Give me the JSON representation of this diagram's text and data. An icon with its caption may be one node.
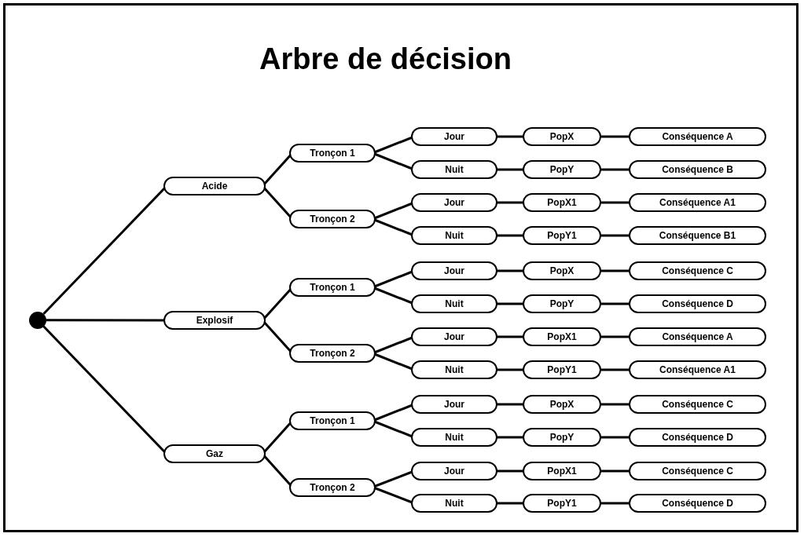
{
  "diagram": {
    "title": "Arbre de décision",
    "nodes": [
      {
        "text": [],
        "shape": "circle"
      },
      {
        "text": [
          "Acide"
        ]
      },
      {
        "text": [
          "Tronçon 1"
        ]
      },
      {
        "text": [
          "Jour"
        ]
      },
      {
        "text": [
          "PopX"
        ]
      },
      {
        "text": [
          "Conséquence A"
        ]
      },
      {
        "text": [
          "Nuit"
        ]
      },
      {
        "text": [
          "PopY"
        ]
      },
      {
        "text": [
          "Conséquence B"
        ]
      },
      {
        "text": [
          "Tronçon 2"
        ]
      },
      {
        "text": [
          "Jour"
        ]
      },
      {
        "text": [
          "PopX1"
        ]
      },
      {
        "text": [
          "Conséquence A1"
        ]
      },
      {
        "text": [
          "Nuit"
        ]
      },
      {
        "text": [
          "PopY1"
        ]
      },
      {
        "text": [
          "Conséquence B1"
        ]
      },
      {
        "text": [
          "Explosif"
        ]
      },
      {
        "text": [
          "Tronçon 1"
        ]
      },
      {
        "text": [
          "Jour"
        ]
      },
      {
        "text": [
          "PopX"
        ]
      },
      {
        "text": [
          "Conséquence C"
        ]
      },
      {
        "text": [
          "Nuit"
        ]
      },
      {
        "text": [
          "PopY"
        ]
      },
      {
        "text": [
          "Conséquence D"
        ]
      },
      {
        "text": [
          "Tronçon 2"
        ]
      },
      {
        "text": [
          "Jour"
        ]
      },
      {
        "text": [
          "PopX1"
        ]
      },
      {
        "text": [
          "Conséquence A"
        ]
      },
      {
        "text": [
          "Nuit"
        ]
      },
      {
        "text": [
          "PopY1"
        ]
      },
      {
        "text": [
          "Conséquence A1"
        ]
      },
      {
        "text": [
          "Gaz"
        ]
      },
      {
        "text": [
          "Tronçon 1"
        ]
      },
      {
        "text": [
          "Jour"
        ]
      },
      {
        "text": [
          "PopX"
        ]
      },
      {
        "text": [
          "Conséquence C"
        ]
      },
      {
        "text": [
          "Nuit"
        ]
      },
      {
        "text": [
          "PopY"
        ]
      },
      {
        "text": [
          "Conséquence D"
        ]
      },
      {
        "text": [
          "Tronçon 2"
        ]
      },
      {
        "text": [
          "Jour"
        ]
      },
      {
        "text": [
          "PopX1"
        ]
      },
      {
        "text": [
          "Conséquence C"
        ]
      },
      {
        "text": [
          "Nuit"
        ]
      },
      {
        "text": [
          "PopY1"
        ]
      },
      {
        "text": [
          "Conséquence D"
        ]
      }
    ],
    "edges": [
      {
        "from": 0,
        "to": 1,
        "arrow": "none"
      },
      {
        "from": 1,
        "to": 2,
        "arrow": "none"
      },
      {
        "from": 2,
        "to": 3,
        "arrow": "none"
      },
      {
        "from": 3,
        "to": 4,
        "arrow": "none"
      },
      {
        "from": 4,
        "to": 5,
        "arrow": "none"
      },
      {
        "from": 2,
        "to": 6,
        "arrow": "none"
      },
      {
        "from": 6,
        "to": 7,
        "arrow": "none"
      },
      {
        "from": 7,
        "to": 8,
        "arrow": "none"
      },
      {
        "from": 1,
        "to": 9,
        "arrow": "none"
      },
      {
        "from": 9,
        "to": 10,
        "arrow": "none"
      },
      {
        "from": 10,
        "to": 11,
        "arrow": "none"
      },
      {
        "from": 11,
        "to": 12,
        "arrow": "none"
      },
      {
        "from": 9,
        "to": 13,
        "arrow": "none"
      },
      {
        "from": 13,
        "to": 14,
        "arrow": "none"
      },
      {
        "from": 14,
        "to": 15,
        "arrow": "none"
      },
      {
        "from": 0,
        "to": 16,
        "arrow": "none"
      },
      {
        "from": 16,
        "to": 17,
        "arrow": "none"
      },
      {
        "from": 17,
        "to": 18,
        "arrow": "none"
      },
      {
        "from": 18,
        "to": 19,
        "arrow": "none"
      },
      {
        "from": 19,
        "to": 20,
        "arrow": "none"
      },
      {
        "from": 17,
        "to": 21,
        "arrow": "none"
      },
      {
        "from": 21,
        "to": 22,
        "arrow": "none"
      },
      {
        "from": 22,
        "to": 23,
        "arrow": "none"
      },
      {
        "from": 16,
        "to": 24,
        "arrow": "none"
      },
      {
        "from": 24,
        "to": 25,
        "arrow": "none"
      },
      {
        "from": 25,
        "to": 26,
        "arrow": "none"
      },
      {
        "from": 26,
        "to": 27,
        "arrow": "none"
      },
      {
        "from": 24,
        "to": 28,
        "arrow": "none"
      },
      {
        "from": 28,
        "to": 29,
        "arrow": "none"
      },
      {
        "from": 29,
        "to": 30,
        "arrow": "none"
      },
      {
        "from": 0,
        "to": 31,
        "arrow": "none"
      },
      {
        "from": 31,
        "to": 32,
        "arrow": "none"
      },
      {
        "from": 32,
        "to": 33,
        "arrow": "none"
      },
      {
        "from": 33,
        "to": 34,
        "arrow": "none"
      },
      {
        "from": 34,
        "to": 35,
        "arrow": "none"
      },
      {
        "from": 32,
        "to": 36,
        "arrow": "none"
      },
      {
        "from": 36,
        "to": 37,
        "arrow": "none"
      },
      {
        "from": 37,
        "to": 38,
        "arrow": "none"
      },
      {
        "from": 31,
        "to": 39,
        "arrow": "none"
      },
      {
        "from": 39,
        "to": 40,
        "arrow": "none"
      },
      {
        "from": 40,
        "to": 41,
        "arrow": "none"
      },
      {
        "from": 41,
        "to": 42,
        "arrow": "none"
      },
      {
        "from": 39,
        "to": 43,
        "arrow": "none"
      },
      {
        "from": 43,
        "to": 44,
        "arrow": "none"
      },
      {
        "from": 44,
        "to": 45,
        "arrow": "none"
      }
    ]
  }
}
